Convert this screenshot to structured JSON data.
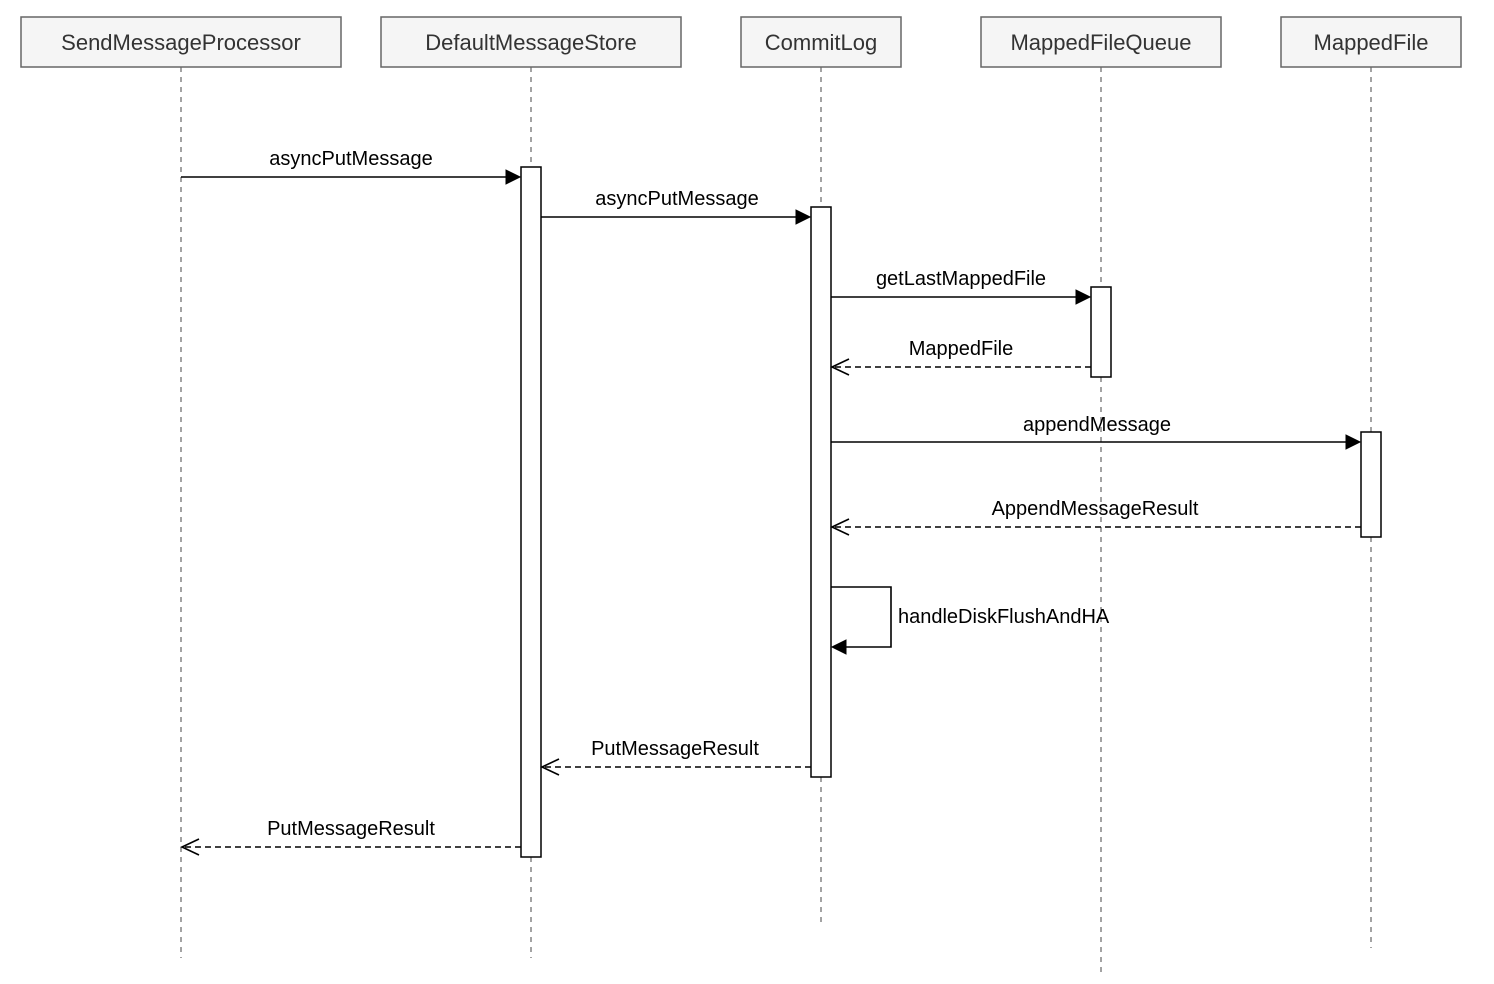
{
  "participants": [
    {
      "id": "p0",
      "name": "SendMessageProcessor"
    },
    {
      "id": "p1",
      "name": "DefaultMessageStore"
    },
    {
      "id": "p2",
      "name": "CommitLog"
    },
    {
      "id": "p3",
      "name": "MappedFileQueue"
    },
    {
      "id": "p4",
      "name": "MappedFile"
    }
  ],
  "messages": [
    {
      "id": "m0",
      "label": "asyncPutMessage",
      "from": "p0",
      "to": "p1",
      "kind": "call"
    },
    {
      "id": "m1",
      "label": "asyncPutMessage",
      "from": "p1",
      "to": "p2",
      "kind": "call"
    },
    {
      "id": "m2",
      "label": "getLastMappedFile",
      "from": "p2",
      "to": "p3",
      "kind": "call"
    },
    {
      "id": "m3",
      "label": "MappedFile",
      "from": "p3",
      "to": "p2",
      "kind": "return"
    },
    {
      "id": "m4",
      "label": "appendMessage",
      "from": "p2",
      "to": "p4",
      "kind": "call"
    },
    {
      "id": "m5",
      "label": "AppendMessageResult",
      "from": "p4",
      "to": "p2",
      "kind": "return"
    },
    {
      "id": "m6",
      "label": "handleDiskFlushAndHA",
      "from": "p2",
      "to": "p2",
      "kind": "self"
    },
    {
      "id": "m7",
      "label": "PutMessageResult",
      "from": "p2",
      "to": "p1",
      "kind": "return"
    },
    {
      "id": "m8",
      "label": "PutMessageResult",
      "from": "p1",
      "to": "p0",
      "kind": "return"
    }
  ]
}
